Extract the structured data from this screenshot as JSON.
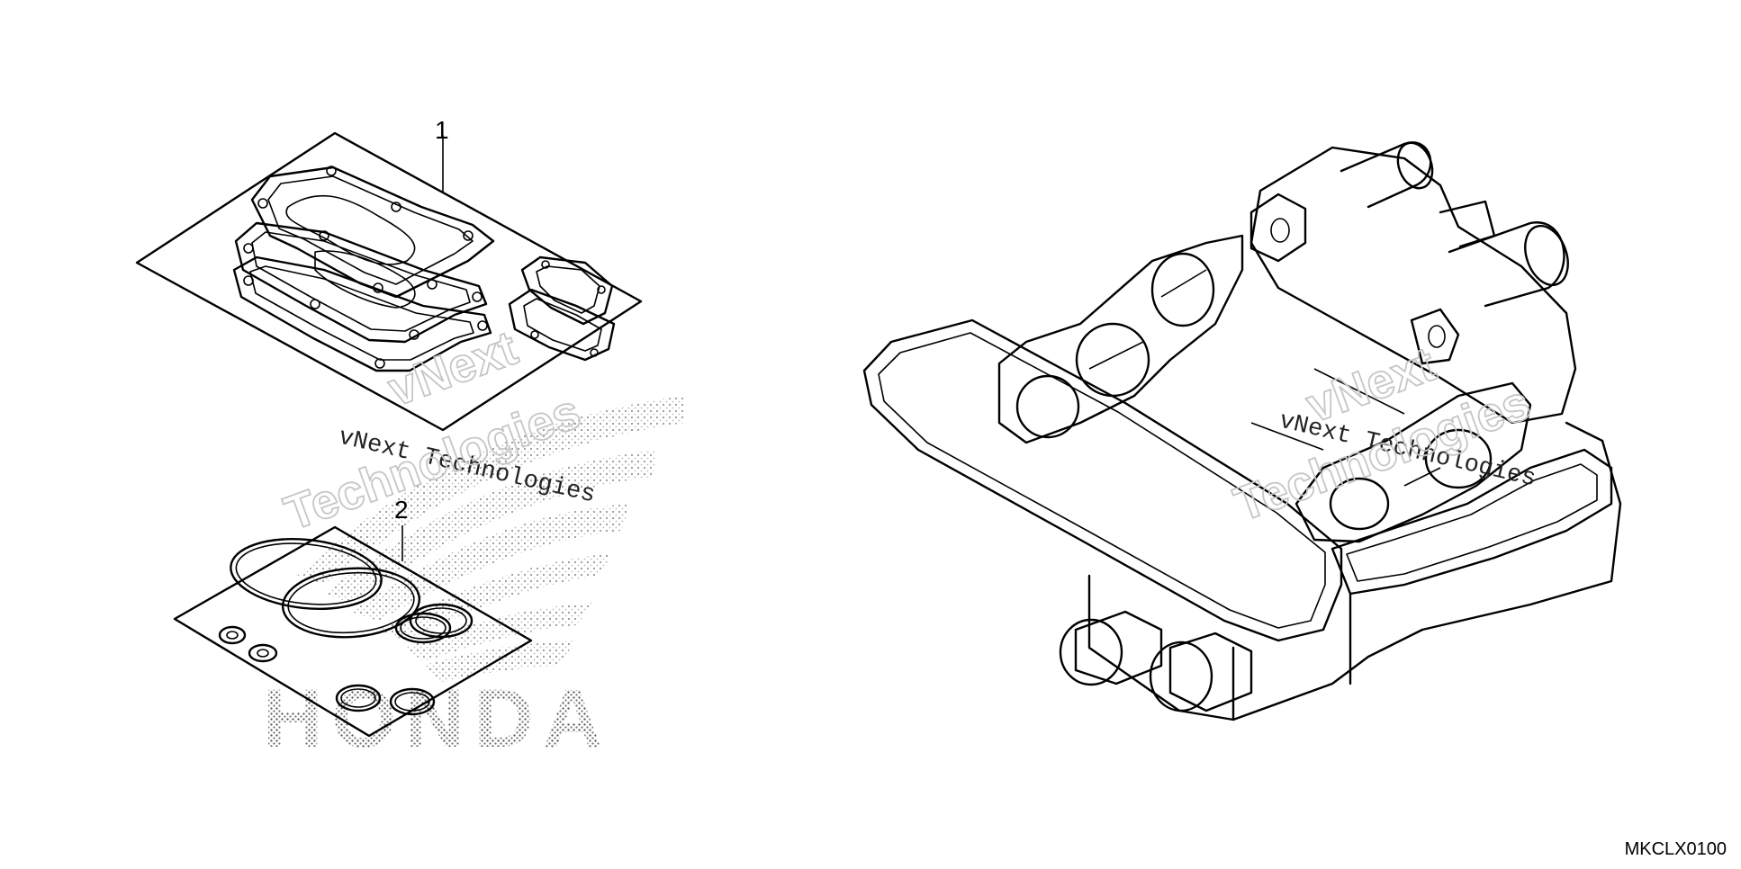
{
  "diagram": {
    "callouts": [
      "1",
      "2"
    ],
    "drawing_code": "MKCLX0100"
  },
  "watermark": {
    "line1": "vNext",
    "line2": "Technologies",
    "full": "vNext Technologies",
    "brand": "HONDA"
  }
}
